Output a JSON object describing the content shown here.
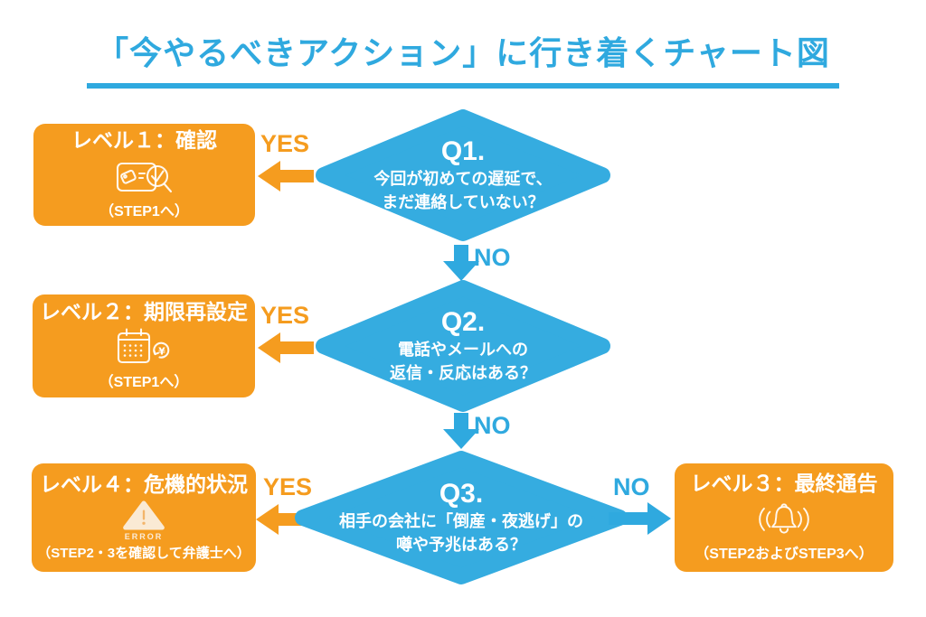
{
  "title": {
    "text": "「今やるべきアクション」に行き着くチャート図"
  },
  "colors": {
    "blue": "#35ACE0",
    "title_blue": "#2FA9DF",
    "orange": "#F59C1F",
    "background": "#FFFFFF"
  },
  "flow": {
    "yes_label": "YES",
    "no_label": "NO",
    "questions": [
      {
        "id": "Q1.",
        "line1": "今回が初めての遅延で、",
        "line2": "まだ連絡していない？"
      },
      {
        "id": "Q2.",
        "line1": "電話やメールへの",
        "line2": "返信・反応はある？"
      },
      {
        "id": "Q3.",
        "line1": "相手の会社に「倒産・夜逃げ」の",
        "line2": "噂や予兆はある？"
      }
    ],
    "levels": [
      {
        "title": "レベル１：確認",
        "note": "（STEP1へ）",
        "icon": "document-search-icon"
      },
      {
        "title": "レベル２：期限再設定",
        "note": "（STEP1へ）",
        "icon": "calendar-refresh-icon"
      },
      {
        "title": "レベル３：最終通告",
        "note": "（STEP2およびSTEP3へ）",
        "icon": "alert-bell-icon"
      },
      {
        "title": "レベル４：危機的状況",
        "note": "（STEP2・3を確認して弁護士へ）",
        "icon": "error-triangle-icon",
        "icon_label": "ERROR"
      }
    ]
  }
}
